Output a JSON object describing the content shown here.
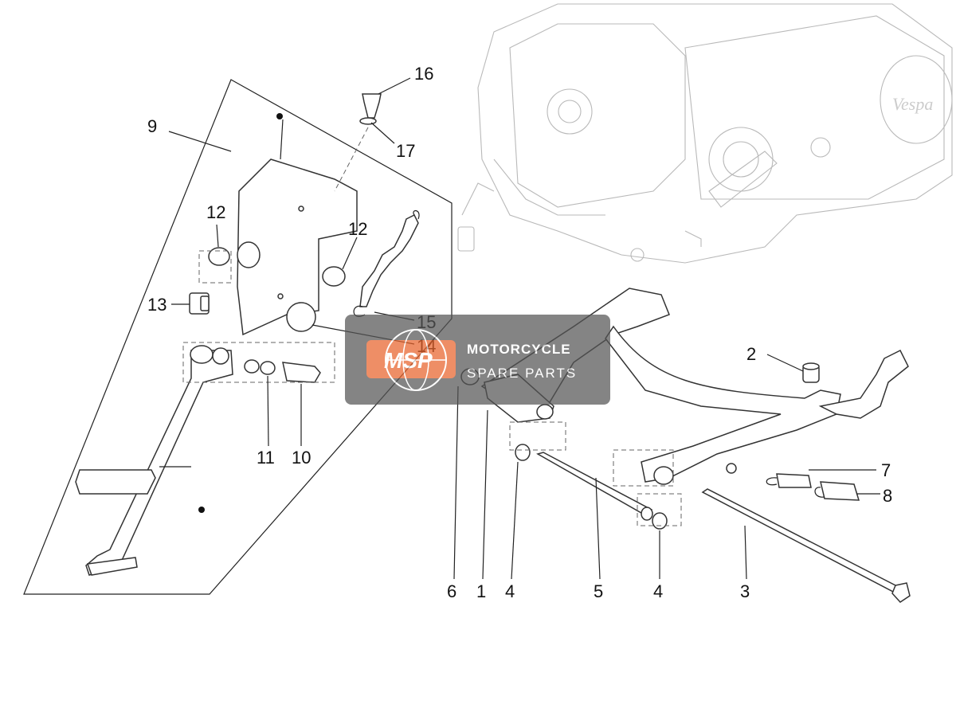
{
  "callouts": {
    "c1": "1",
    "c2": "2",
    "c3": "3",
    "c4a": "4",
    "c4b": "4",
    "c5": "5",
    "c6": "6",
    "c7": "7",
    "c8": "8",
    "c9": "9",
    "c10": "10",
    "c11": "11",
    "c12a": "12",
    "c12b": "12",
    "c13": "13",
    "c14": "14",
    "c15": "15",
    "c16": "16",
    "c17": "17"
  },
  "watermark": {
    "logo": "MSP",
    "line1": "MOTORCYCLE",
    "line2": "SPARE PARTS",
    "badge_color": "#e8642c",
    "panel_color": "#555555"
  }
}
